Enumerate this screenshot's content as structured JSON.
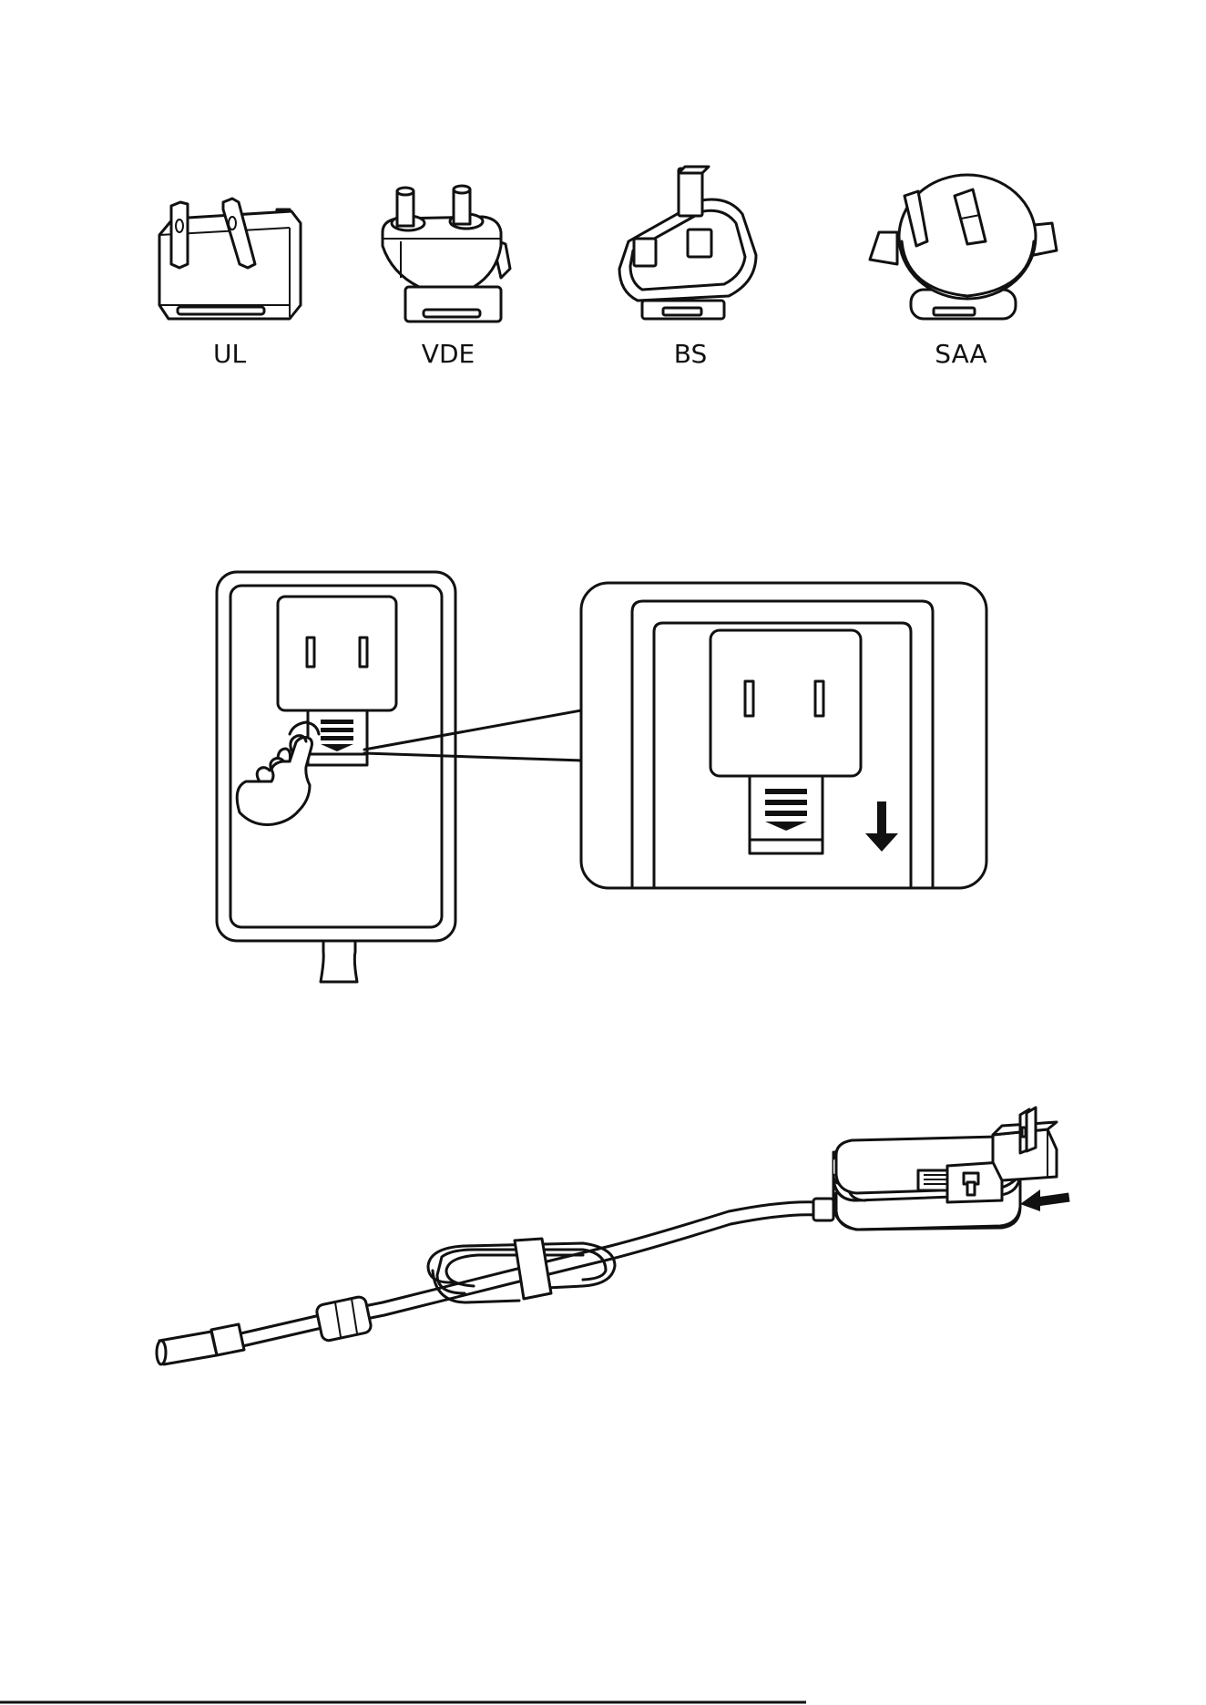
{
  "plugs": [
    {
      "label": "UL"
    },
    {
      "label": "VDE"
    },
    {
      "label": "BS"
    },
    {
      "label": "SAA"
    }
  ],
  "colors": {
    "line": "#111111",
    "background": "#ffffff"
  }
}
